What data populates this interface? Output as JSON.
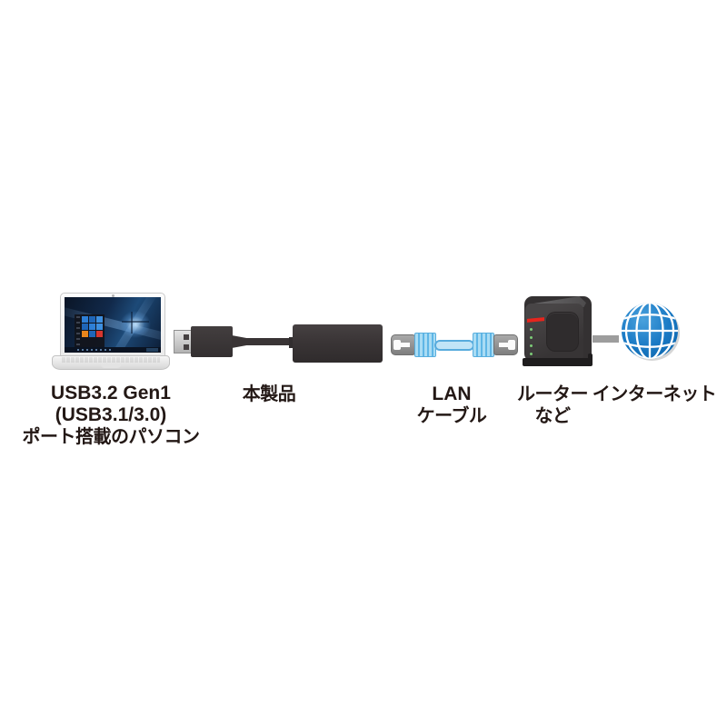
{
  "figure": {
    "type": "product-connection-diagram",
    "background": "#ffffff"
  },
  "nodes": {
    "pc": {
      "icon": "laptop-icon",
      "label_line1": "USB3.2 Gen1",
      "label_line2": "(USB3.1/3.0)",
      "label_line3": "ポート搭載のパソコン"
    },
    "product": {
      "icon": "usb-lan-adapter-icon",
      "label": "本製品"
    },
    "lan_cable": {
      "icon": "lan-cable-icon",
      "label_line1": "LAN",
      "label_line2": "ケーブル"
    },
    "router": {
      "icon": "router-icon",
      "label_line1": "ルーター",
      "label_line2": "など"
    },
    "internet": {
      "icon": "globe-icon",
      "label": "インターネット"
    }
  },
  "colors": {
    "text": "#231815",
    "device_dark": "#3a3536",
    "usb_metal": "#c4c4c4",
    "lan_blue_light": "#a9dcf4",
    "lan_blue_stripe": "#5fb6e6",
    "lan_wire_border": "#57abdd",
    "router_body": "#3a3738",
    "router_stripe_red": "#e7251d",
    "router_led_green": "#7ccb77",
    "globe_blue": "#1b7ac6",
    "globe_grid": "#ffffff",
    "connector_gray": "#9d9d9d"
  }
}
